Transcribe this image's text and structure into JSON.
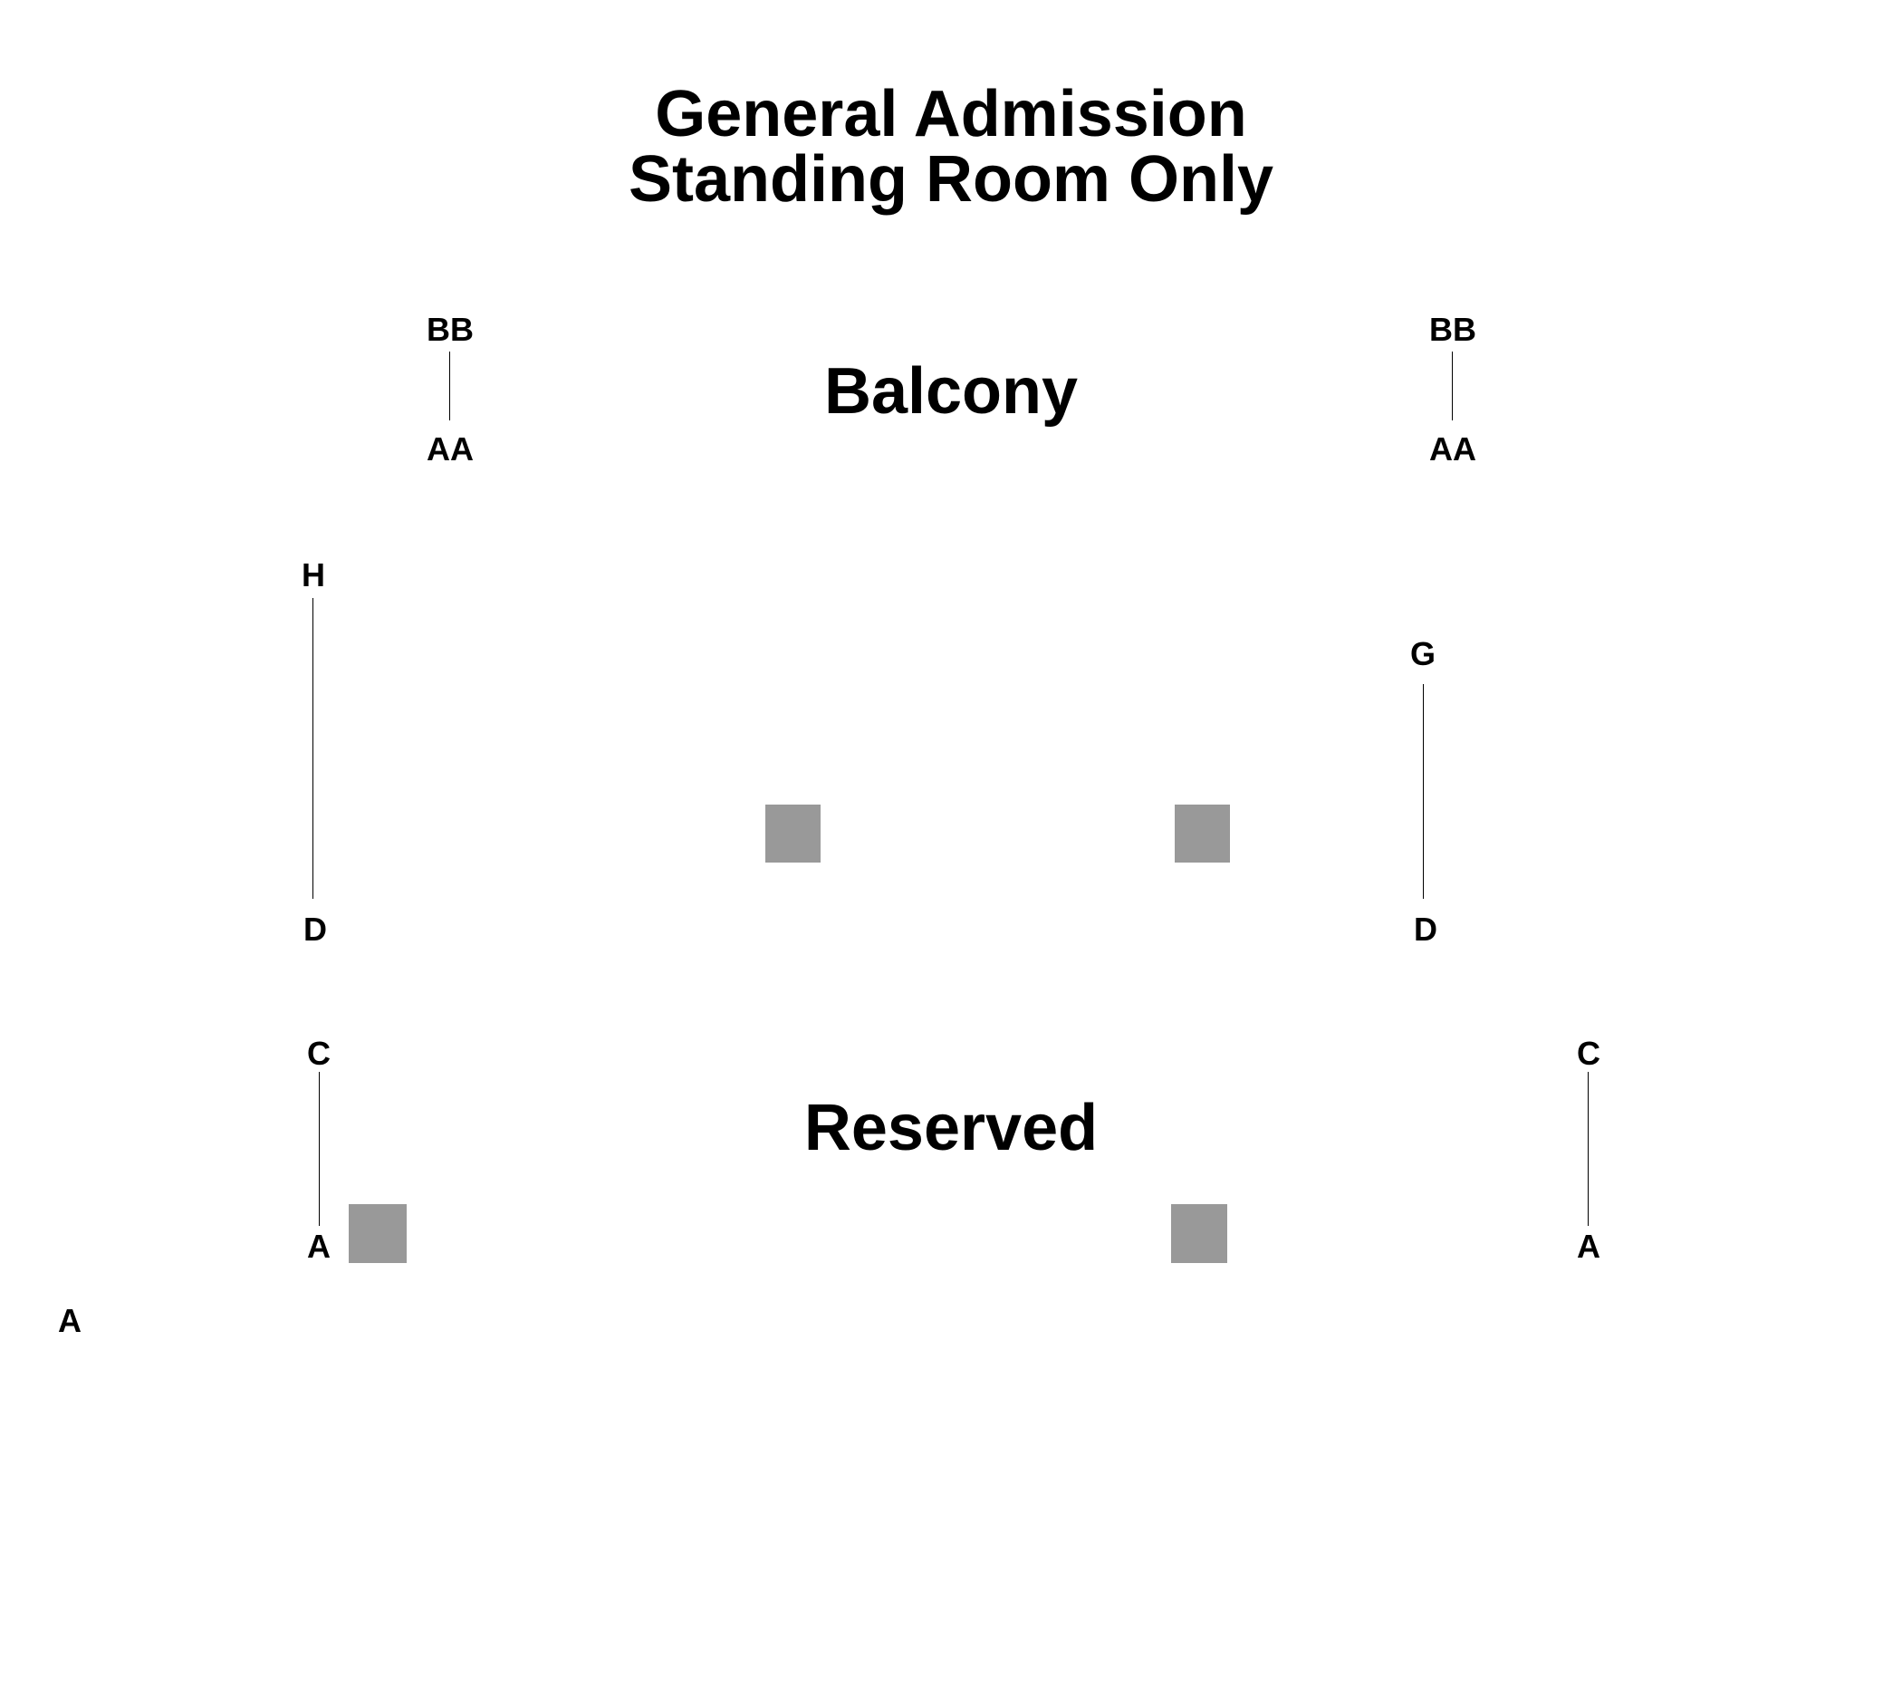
{
  "title": {
    "line1": "General Admission",
    "line2": "Standing Room Only"
  },
  "sections": {
    "balcony": "Balcony",
    "reserved": "Reserved"
  },
  "balcony_left": {
    "top": "BB",
    "bottom": "AA"
  },
  "balcony_right": {
    "top": "BB",
    "bottom": "AA"
  },
  "mid_left": {
    "top": "H",
    "bottom": "D"
  },
  "mid_right": {
    "top": "G",
    "bottom": "D"
  },
  "reserved_left": {
    "top": "C",
    "bottom": "A"
  },
  "reserved_right": {
    "top": "C",
    "bottom": "A"
  },
  "standalone_label": "A",
  "colors": {
    "marker": "#999999",
    "text": "#000000",
    "background": "#ffffff"
  }
}
